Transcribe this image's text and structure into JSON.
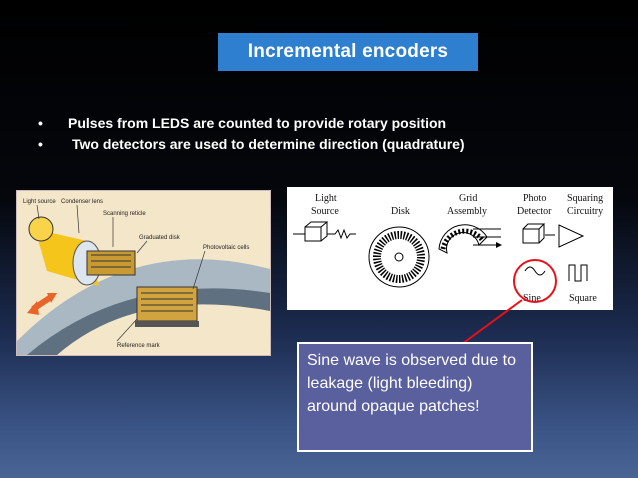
{
  "slide": {
    "title": "Incremental encoders",
    "bullets": [
      "Pulses from LEDS are counted to provide rotary position",
      "Two detectors are used to determine direction (quadrature)"
    ],
    "bullet_glyph": "•"
  },
  "figure_left": {
    "labels": {
      "light_source": "Light source",
      "condenser_lens": "Condenser lens",
      "scanning_reticle": "Scanning reticle",
      "graduated_disk": "Graduated disk",
      "photovoltaic_cells": "Photovoltaic cells",
      "reference_mark": "Reference mark"
    },
    "colors": {
      "background": "#f4e6c9",
      "light_beam": "#f6c51b",
      "arrow": "#e8642a"
    }
  },
  "figure_right": {
    "labels": {
      "light_source_1": "Light",
      "light_source_2": "Source",
      "disk": "Disk",
      "grid_1": "Grid",
      "grid_2": "Assembly",
      "photo_1": "Photo",
      "photo_2": "Detector",
      "squaring_1": "Squaring",
      "squaring_2": "Circuitry",
      "sine": "Sine",
      "square": "Square"
    },
    "highlight_color": "#e8101a"
  },
  "note": {
    "text": "Sine wave is observed due to leakage (light bleeding) around opaque patches!"
  },
  "colors": {
    "title_bg": "#2e7fd0",
    "note_bg": "#5a5f9e",
    "pointer_line": "#e8101a"
  }
}
